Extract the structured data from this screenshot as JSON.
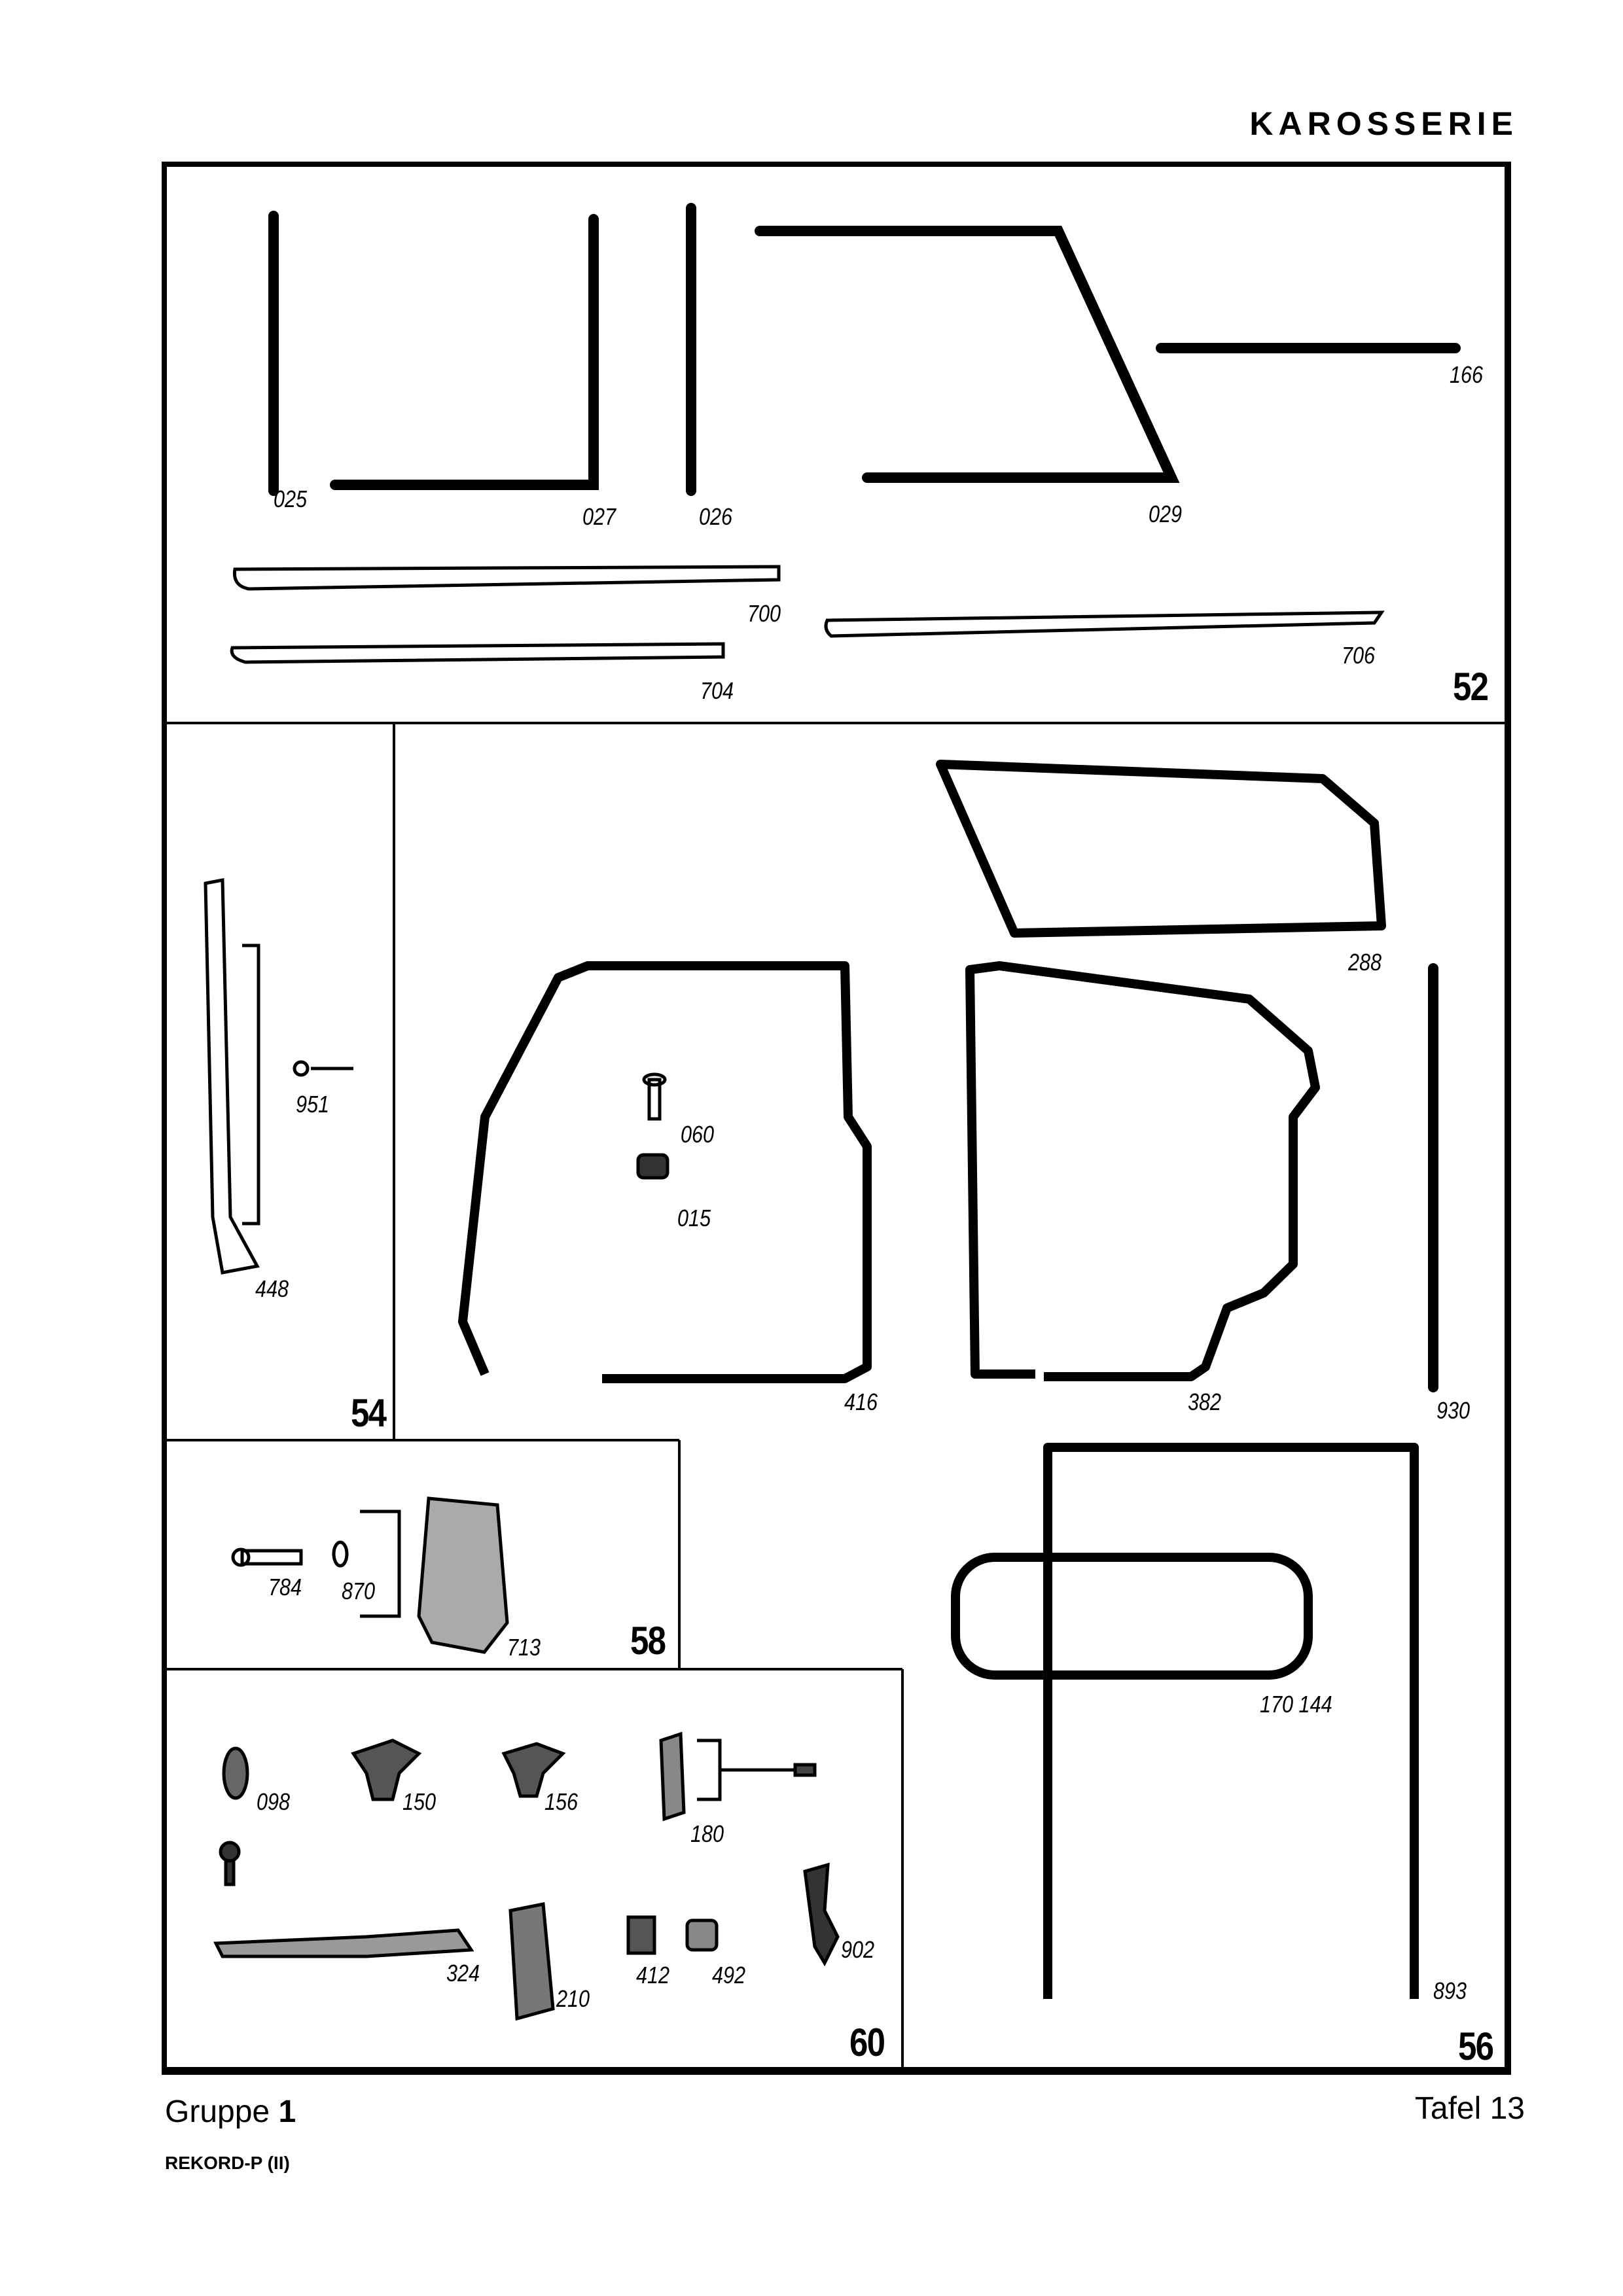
{
  "header": {
    "title": "KAROSSERIE"
  },
  "sections": [
    {
      "number": "52",
      "parts": [
        "025",
        "027",
        "026",
        "029",
        "166",
        "700",
        "704",
        "706"
      ]
    },
    {
      "number": "54",
      "parts": [
        "951",
        "448"
      ]
    },
    {
      "number": "56",
      "parts": [
        "060",
        "015",
        "416",
        "382",
        "288",
        "930",
        "170 144",
        "893"
      ]
    },
    {
      "number": "58",
      "parts": [
        "784",
        "870",
        "713"
      ]
    },
    {
      "number": "60",
      "parts": [
        "098",
        "150",
        "156",
        "180",
        "324",
        "210",
        "412",
        "492",
        "902"
      ]
    }
  ],
  "footer": {
    "group_label": "Gruppe",
    "group_number": "1",
    "plate_label": "Tafel",
    "plate_number": "13",
    "model": "REKORD-P (II)"
  }
}
